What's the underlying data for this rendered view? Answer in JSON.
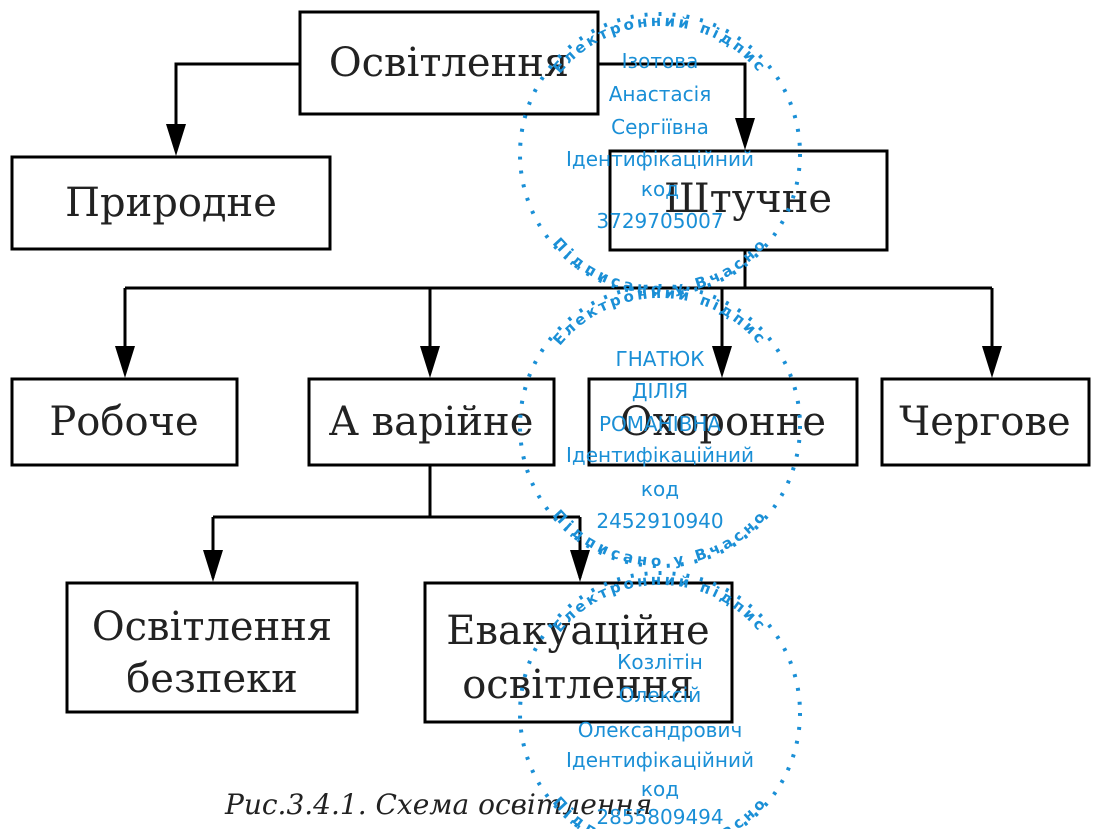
{
  "diagram": {
    "nodes": {
      "root": "Освітлення",
      "natural": "Природне",
      "artificial": "Штучне",
      "working": "Робоче",
      "emergency": "А варійне",
      "security": "Охоронне",
      "duty": "Чергове",
      "safety_l1": "Освітлення",
      "safety_l2": "безпеки",
      "evac_l1": "Евакуаційне",
      "evac_l2": "освітлення"
    },
    "caption": "Рис.3.4.1. Схема освітлення"
  },
  "stamps": {
    "color": "#1a8fd6",
    "top_arc": "Електронний підпис",
    "bottom_arc": "Підписано у Вчасно",
    "items": [
      {
        "name_l1": "Ізотова",
        "name_l2": "Анастасія",
        "name_l3": "Сергіївна",
        "id_label": "Ідентифікаційний",
        "code_label": "код",
        "code": "3729705007"
      },
      {
        "name_l1": "ГНАТЮК",
        "name_l2": "ДІЛІЯ",
        "name_l3": "РОМАНІВНА",
        "id_label": "Ідентифікаційний",
        "code_label": "код",
        "code": "2452910940"
      },
      {
        "name_l1": "Козлітін",
        "name_l2": "Олексій",
        "name_l3": "Олександрович",
        "id_label": "Ідентифікаційний",
        "code_label": "код",
        "code": "2855809494"
      }
    ]
  }
}
